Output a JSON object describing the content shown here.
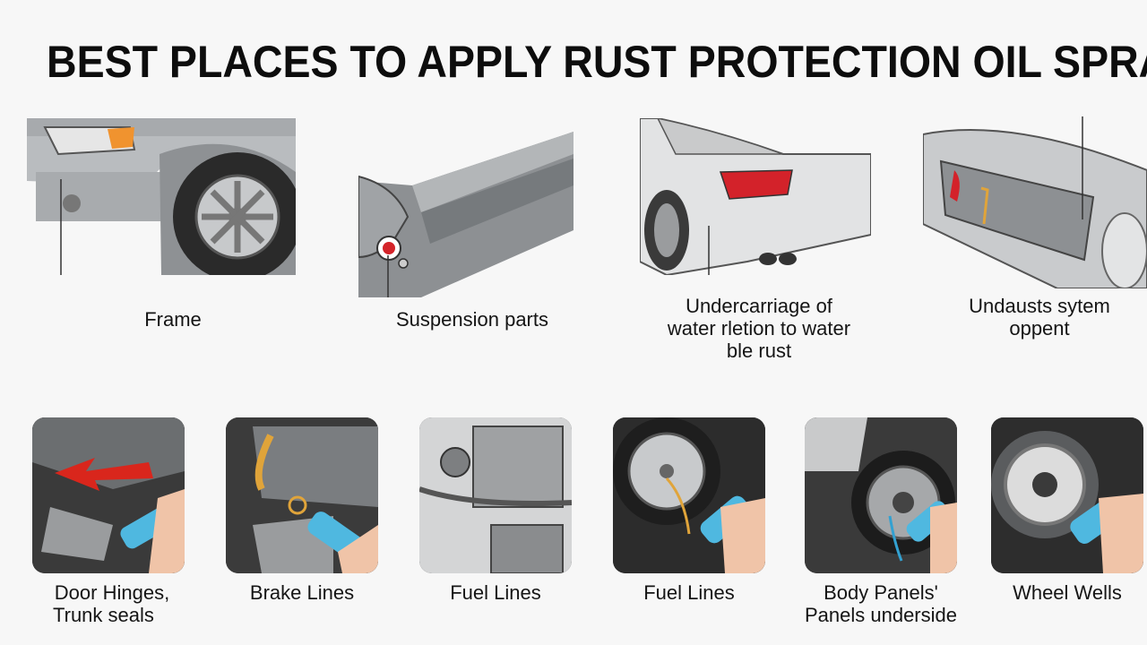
{
  "header": {
    "title": "BEST PLACES TO APPLY RUST PROTECTION OIL SPRAY"
  },
  "top_row": [
    {
      "label": "Frame",
      "icon": "car-front-wheel-illustration"
    },
    {
      "label": "Suspension parts",
      "icon": "suspension-rail-illustration"
    },
    {
      "label": "Undercarriage of",
      "label_line2": "water rletion to water",
      "label_line3": "ble rust",
      "icon": "car-rear-exhaust-illustration"
    },
    {
      "label": "Undausts sytem",
      "label_line2": "oppent",
      "icon": "car-trunk-interior-illustration"
    }
  ],
  "bottom_row": [
    {
      "label": "Door Hinges,",
      "label_line2": "Trunk seals",
      "icon": "spray-can-red-arrow-icon"
    },
    {
      "label": "Brake Lines",
      "icon": "spray-can-brake-line-icon"
    },
    {
      "label": "Fuel Lines",
      "icon": "engine-bay-fuel-line-icon"
    },
    {
      "label": "Fuel Lines",
      "icon": "wheel-hub-spray-icon"
    },
    {
      "label": "Body Panels'",
      "label_line2": "Panels underside",
      "icon": "brake-disc-spray-icon"
    },
    {
      "label": "Wheel Wells",
      "icon": "wheel-well-spray-icon"
    }
  ],
  "colors": {
    "background": "#f7f7f7",
    "tile_bg": "#2f2f2f",
    "spray_can": "#4fb8e0",
    "arrow": "#d9261c"
  }
}
